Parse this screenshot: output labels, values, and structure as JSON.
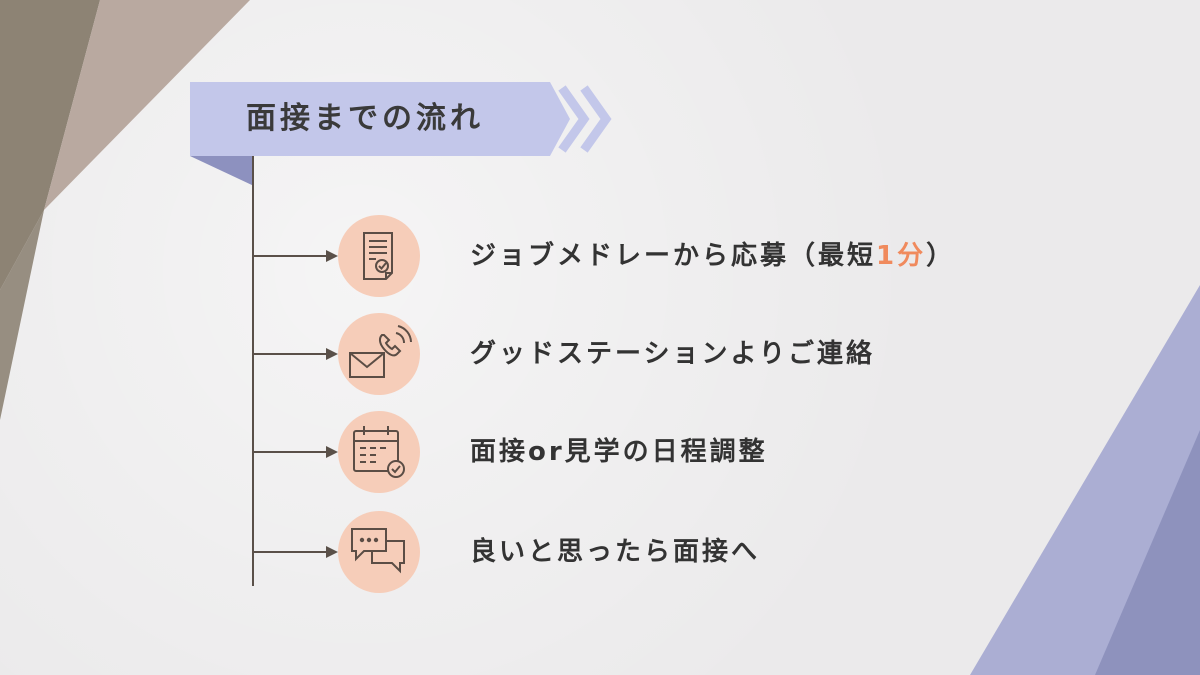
{
  "title": "面接までの流れ",
  "colors": {
    "banner": "#c3c7ea",
    "icon_circle": "#f6cdb9",
    "accent": "#f08a5d",
    "line": "#5a5049"
  },
  "steps": [
    {
      "icon": "document-check-icon",
      "text_before": "ジョブメドレーから応募（最短",
      "text_accent": "1分",
      "text_after": "）"
    },
    {
      "icon": "phone-mail-icon",
      "text": "グッドステーションよりご連絡"
    },
    {
      "icon": "calendar-check-icon",
      "text": "面接or見学の日程調整"
    },
    {
      "icon": "chat-bubbles-icon",
      "text": "良いと思ったら面接へ"
    }
  ]
}
